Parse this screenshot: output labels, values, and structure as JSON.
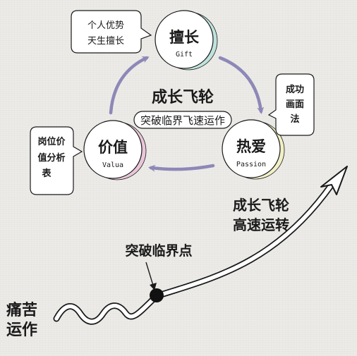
{
  "title": {
    "main": "成长飞轮",
    "sub": "突破临界飞速运作"
  },
  "circles": {
    "gift": {
      "label": "擅长",
      "sublabel": "Gift",
      "shadow_color": "#bfe3dc"
    },
    "passion": {
      "label": "热爱",
      "sublabel": "Passion",
      "shadow_color": "#f1f0c6"
    },
    "value": {
      "label": "价值",
      "sublabel": "Valua",
      "shadow_color": "#e9c6d8"
    }
  },
  "bubbles": {
    "gift_note": [
      "个人优势",
      "天生擅长"
    ],
    "passion_note": [
      "成功",
      "画面",
      "法"
    ],
    "value_note": [
      "岗位价",
      "值分析",
      "表"
    ]
  },
  "curve": {
    "left_label": [
      "痛苦",
      "运作"
    ],
    "point_label": "突破临界点",
    "right_label": [
      "成长飞轮",
      "高速运转"
    ]
  },
  "colors": {
    "arrow": "#8d88b7",
    "ink": "#1a1a1a"
  }
}
